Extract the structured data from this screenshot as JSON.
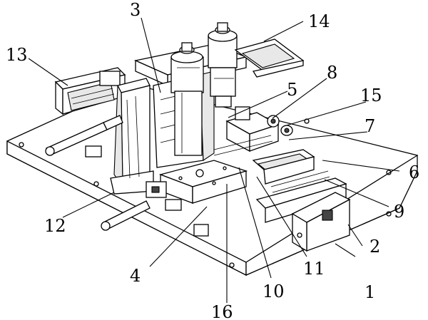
{
  "figure": {
    "labels": [
      {
        "key": "l1",
        "text": "1"
      },
      {
        "key": "l2",
        "text": "2"
      },
      {
        "key": "l3",
        "text": "3"
      },
      {
        "key": "l4",
        "text": "4"
      },
      {
        "key": "l5",
        "text": "5"
      },
      {
        "key": "l6",
        "text": "6"
      },
      {
        "key": "l7",
        "text": "7"
      },
      {
        "key": "l8",
        "text": "8"
      },
      {
        "key": "l9",
        "text": "9"
      },
      {
        "key": "l10",
        "text": "10"
      },
      {
        "key": "l11",
        "text": "11"
      },
      {
        "key": "l12",
        "text": "12"
      },
      {
        "key": "l13",
        "text": "13"
      },
      {
        "key": "l14",
        "text": "14"
      },
      {
        "key": "l15",
        "text": "15"
      },
      {
        "key": "l16",
        "text": "16"
      }
    ]
  }
}
